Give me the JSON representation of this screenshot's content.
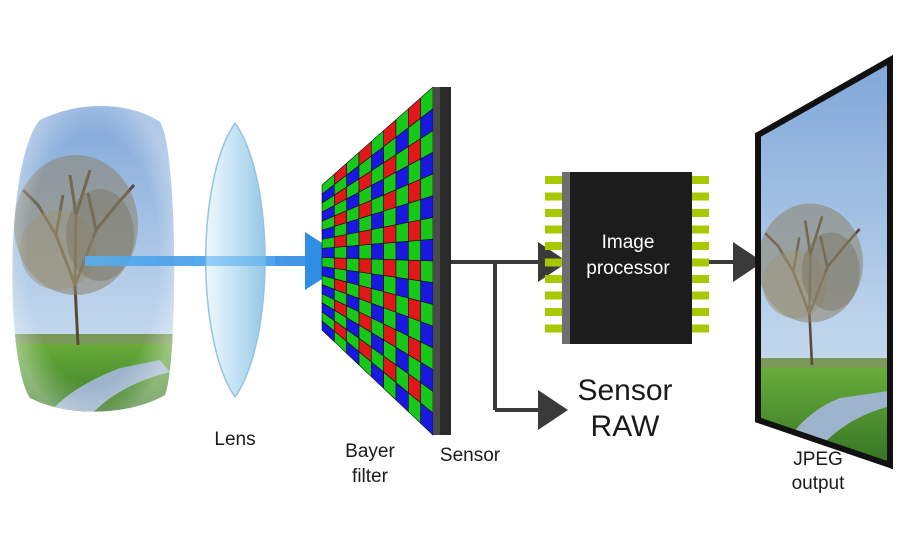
{
  "labels": {
    "lens": "Lens",
    "bayer_line1": "Bayer",
    "bayer_line2": "filter",
    "sensor": "Sensor",
    "processor_line1": "Image",
    "processor_line2": "processor",
    "raw_line1": "Sensor",
    "raw_line2": "RAW",
    "jpeg_line1": "JPEG",
    "jpeg_line2": "output"
  },
  "colors": {
    "bayer_red": "#e01818",
    "bayer_green": "#18c818",
    "bayer_blue": "#1818e0",
    "sensor": "#2a2a2a",
    "chip_body": "#1c1c1c",
    "chip_pins": "#a8c800",
    "arrow": "#3a3a3a",
    "beam": "#3a9ae8",
    "lens": "#cfe8f6",
    "sky": "#8fb6e0",
    "grass": "#4a9a32"
  },
  "icons": [
    "tree-scene-image",
    "lens-icon",
    "bayer-filter-grid",
    "sensor-plate",
    "image-processor-chip",
    "jpeg-output-image"
  ]
}
